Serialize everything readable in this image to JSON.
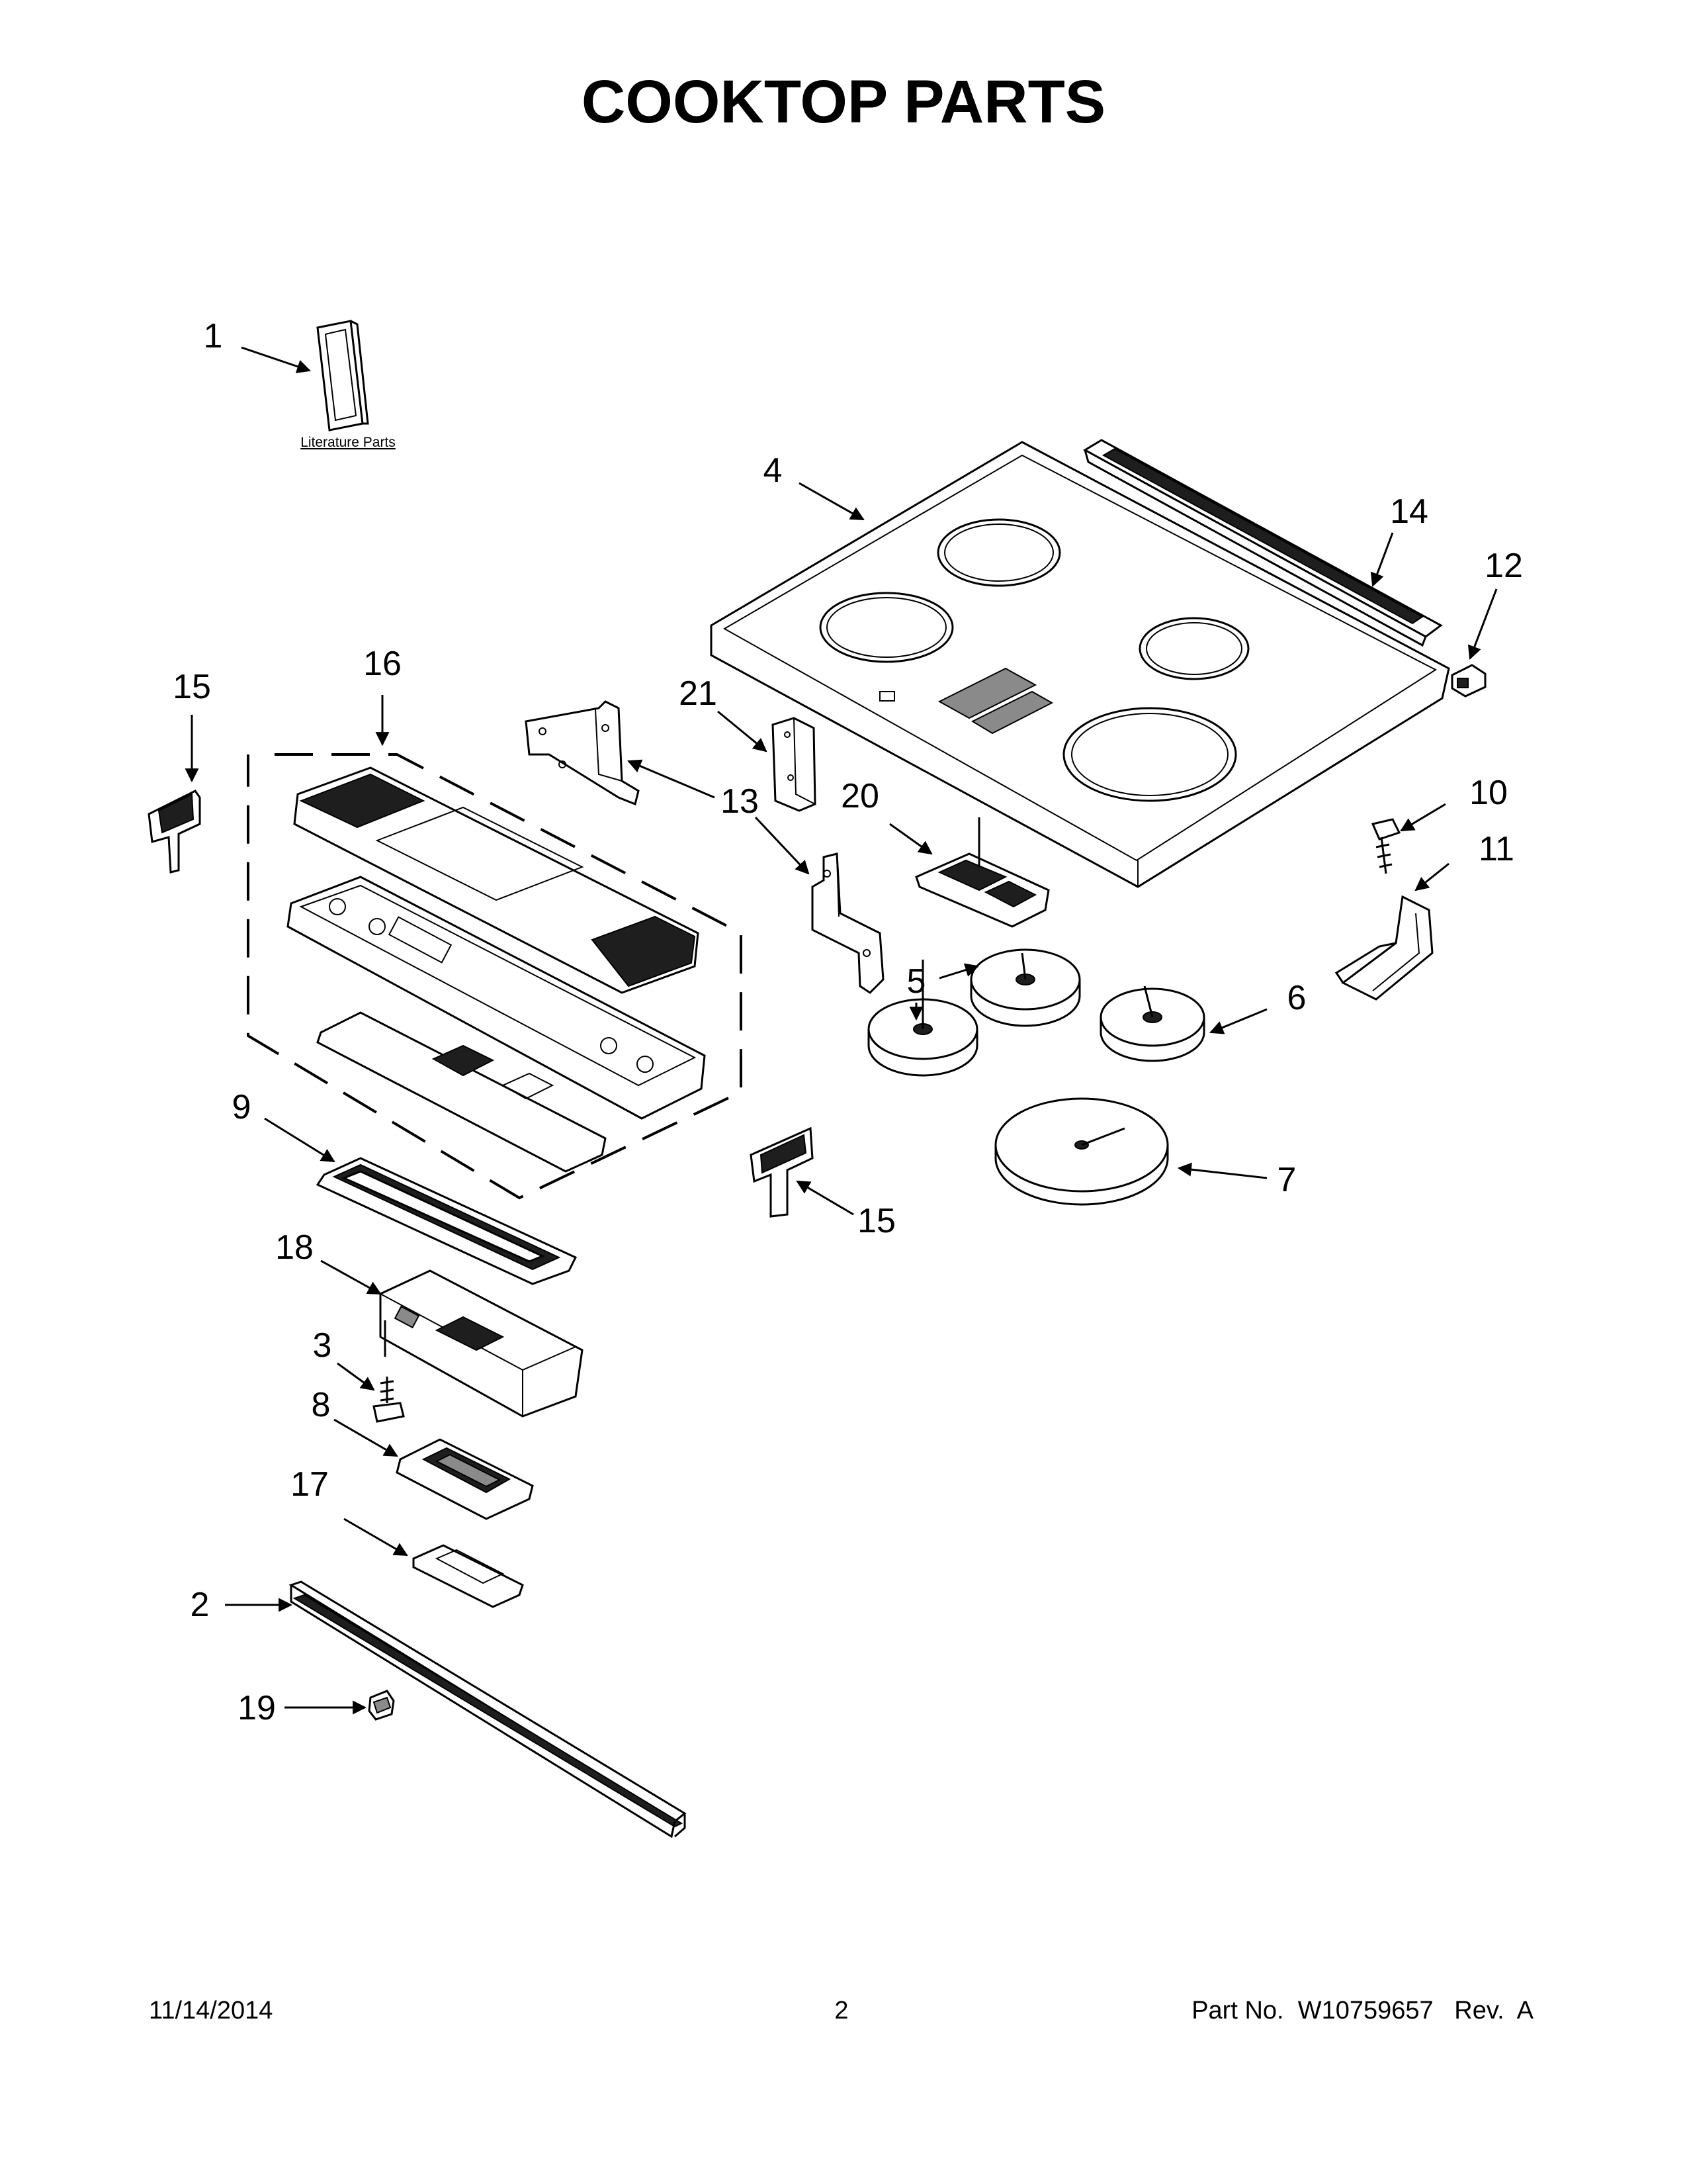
{
  "title": "COOKTOP PARTS",
  "literature_label": "Literature Parts",
  "callouts": {
    "c1": "1",
    "c2": "2",
    "c3": "3",
    "c4": "4",
    "c5": "5",
    "c6": "6",
    "c7": "7",
    "c8": "8",
    "c9": "9",
    "c10": "10",
    "c11": "11",
    "c12": "12",
    "c13": "13",
    "c14": "14",
    "c15a": "15",
    "c15b": "15",
    "c16": "16",
    "c17": "17",
    "c18": "18",
    "c19": "19",
    "c20": "20",
    "c21": "21"
  },
  "footer": {
    "date": "11/14/2014",
    "page": "2",
    "part_no": "Part No.  W10759657   Rev.  A"
  }
}
